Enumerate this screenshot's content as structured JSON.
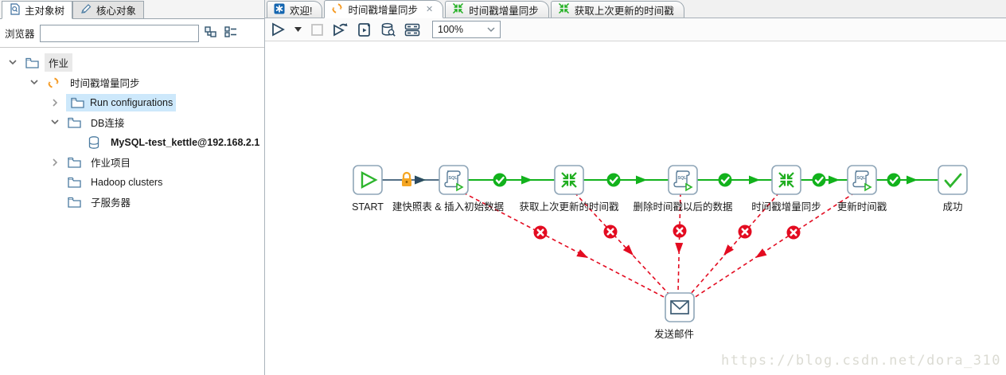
{
  "left_panel": {
    "tabs": [
      {
        "label": "主对象树"
      },
      {
        "label": "核心对象"
      }
    ],
    "browser_label": "浏览器",
    "search": {
      "value": "",
      "placeholder": ""
    },
    "tree": [
      {
        "label": "作业"
      },
      {
        "label": "时间戳增量同步"
      },
      {
        "label": "Run configurations"
      },
      {
        "label": "DB连接"
      },
      {
        "label": "MySQL-test_kettle@192.168.2.1"
      },
      {
        "label": "作业项目"
      },
      {
        "label": "Hadoop clusters"
      },
      {
        "label": "子服务器"
      }
    ]
  },
  "right_panel": {
    "tabs": [
      {
        "label": "欢迎!"
      },
      {
        "label": "时间戳增量同步",
        "close": "✕"
      },
      {
        "label": "时间戳增量同步"
      },
      {
        "label": "获取上次更新的时间戳"
      }
    ],
    "toolbar": {
      "zoom_value": "100%"
    }
  },
  "canvas": {
    "nodes": {
      "start": "START",
      "snapshot": "建快照表 & 插入初始数据",
      "get_ts": "获取上次更新的时间戳",
      "delete_after": "删除时间戳以后的数据",
      "incr_sync": "时间戳增量同步",
      "update_ts": "更新时间戳",
      "success": "成功",
      "send_mail": "发送邮件"
    },
    "watermark": "https://blog.csdn.net/dora_310"
  },
  "colors": {
    "green": "#12b21c",
    "red": "#e30b20",
    "orange": "#f5a623",
    "node_border": "#8fa6b8",
    "line_dark": "#3d5c74"
  }
}
